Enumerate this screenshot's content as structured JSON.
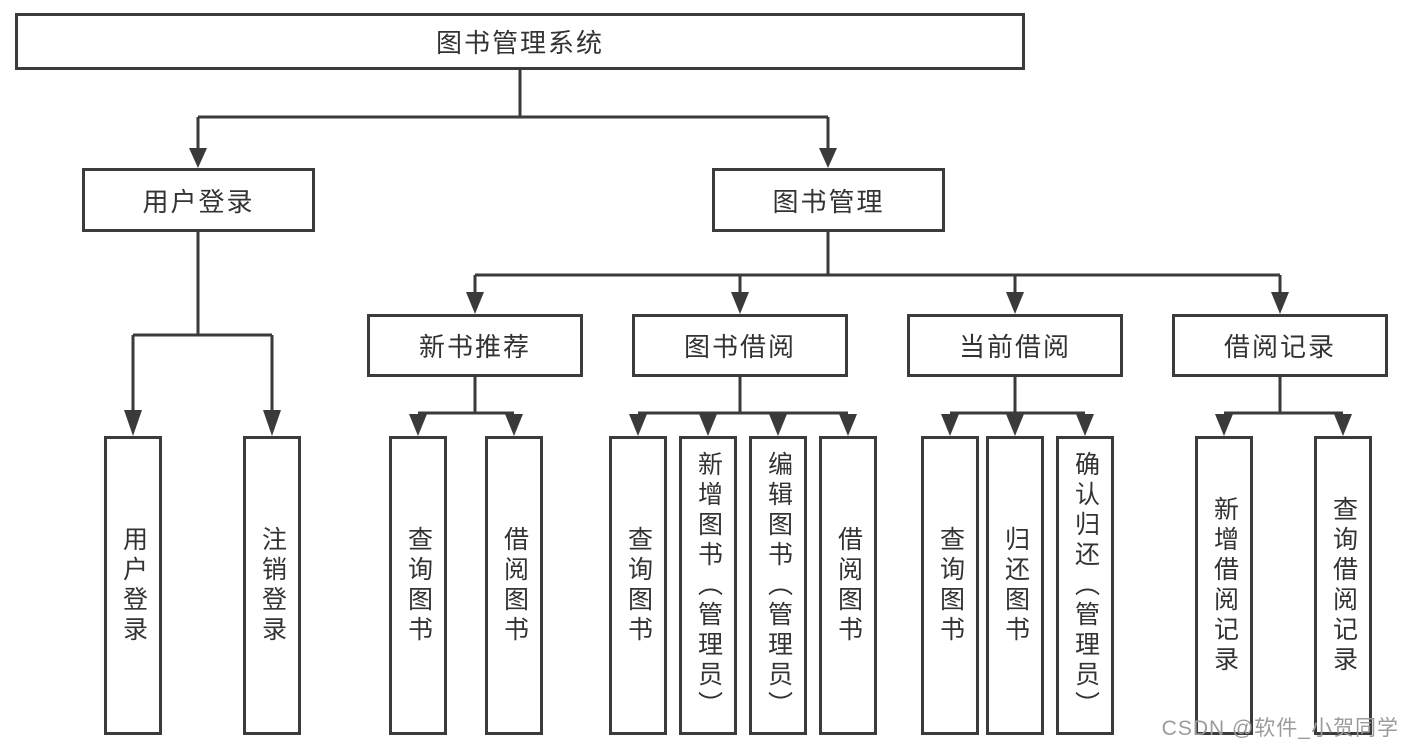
{
  "tree": {
    "root": "图书管理系统",
    "branches": [
      {
        "label": "用户登录",
        "children": [
          "用户登录",
          "注销登录"
        ]
      },
      {
        "label": "图书管理",
        "children": [
          {
            "label": "新书推荐",
            "children": [
              "查询图书",
              "借阅图书"
            ]
          },
          {
            "label": "图书借阅",
            "children": [
              "查询图书",
              "新增图书（管理员）",
              "编辑图书（管理员）",
              "借阅图书"
            ]
          },
          {
            "label": "当前借阅",
            "children": [
              "查询图书",
              "归还图书",
              "确认归还（管理员）"
            ]
          },
          {
            "label": "借阅记录",
            "children": [
              "新增借阅记录",
              "查询借阅记录"
            ]
          }
        ]
      }
    ]
  },
  "watermark": {
    "text": "CSDN @软件_小贺同学"
  },
  "colors": {
    "line": "#3a3a3a",
    "box_border": "#3b3b3b",
    "text": "#333333",
    "background": "#ffffff",
    "watermark": "#9b9b9b"
  }
}
